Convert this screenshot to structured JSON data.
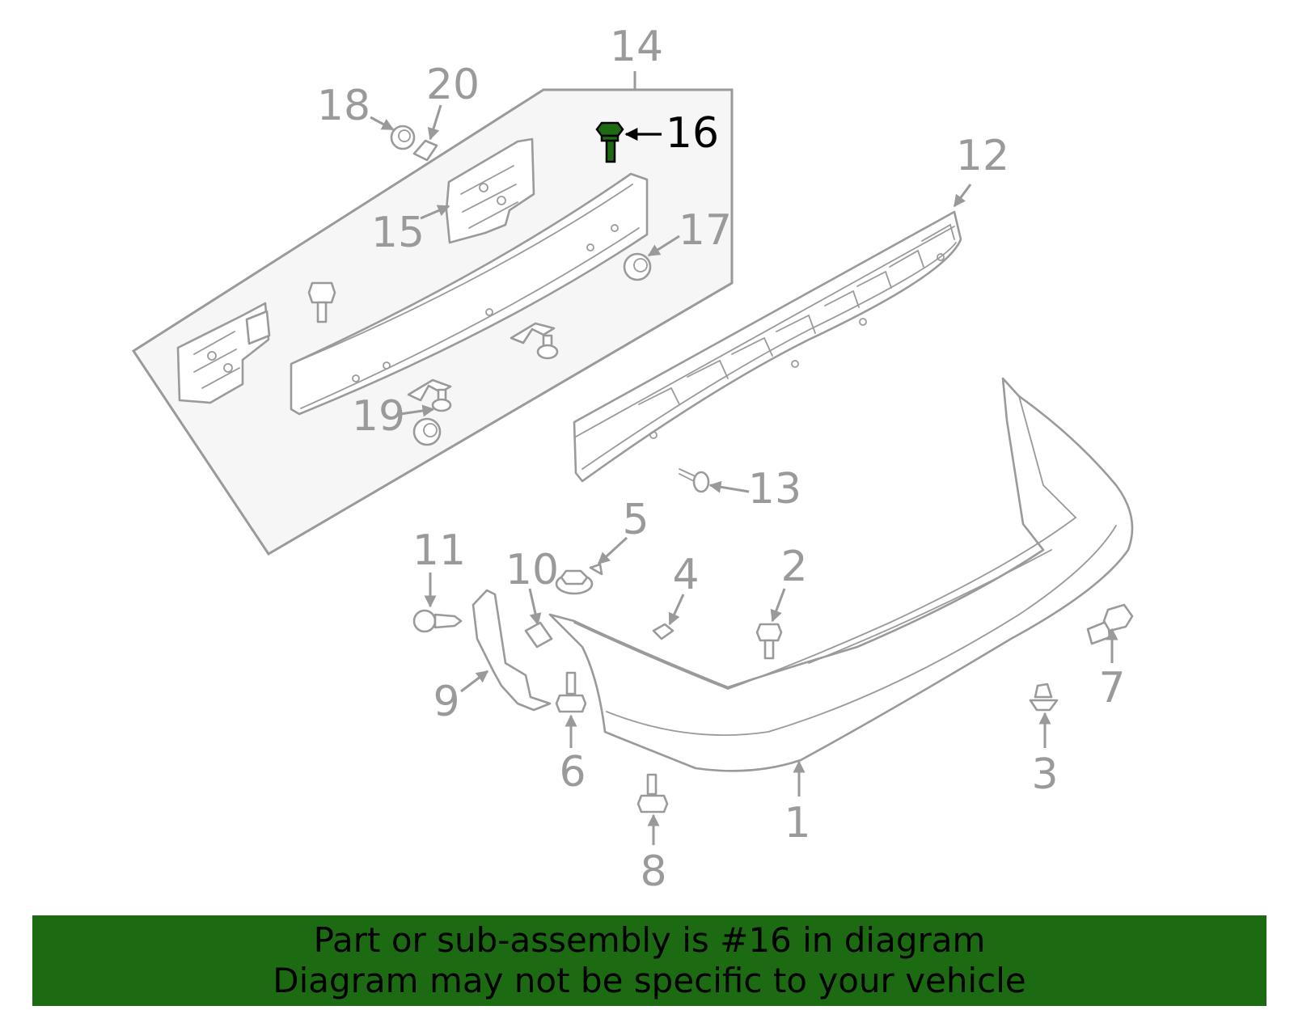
{
  "diagram": {
    "highlight_part": "16",
    "highlight_color": "#1c6b12",
    "line_color": "#9a9a9a",
    "panel_fill": "#f6f6f6",
    "callouts": {
      "c1": "1",
      "c2": "2",
      "c3": "3",
      "c4": "4",
      "c5": "5",
      "c6": "6",
      "c7": "7",
      "c8": "8",
      "c9": "9",
      "c10": "10",
      "c11": "11",
      "c12": "12",
      "c13": "13",
      "c14": "14",
      "c15": "15",
      "c16": "16",
      "c17": "17",
      "c18": "18",
      "c19": "19",
      "c20": "20"
    }
  },
  "banner": {
    "line1": "Part or sub-assembly is #16 in diagram",
    "line2": "Diagram may not be specific to your vehicle",
    "background": "#1c6b12"
  }
}
